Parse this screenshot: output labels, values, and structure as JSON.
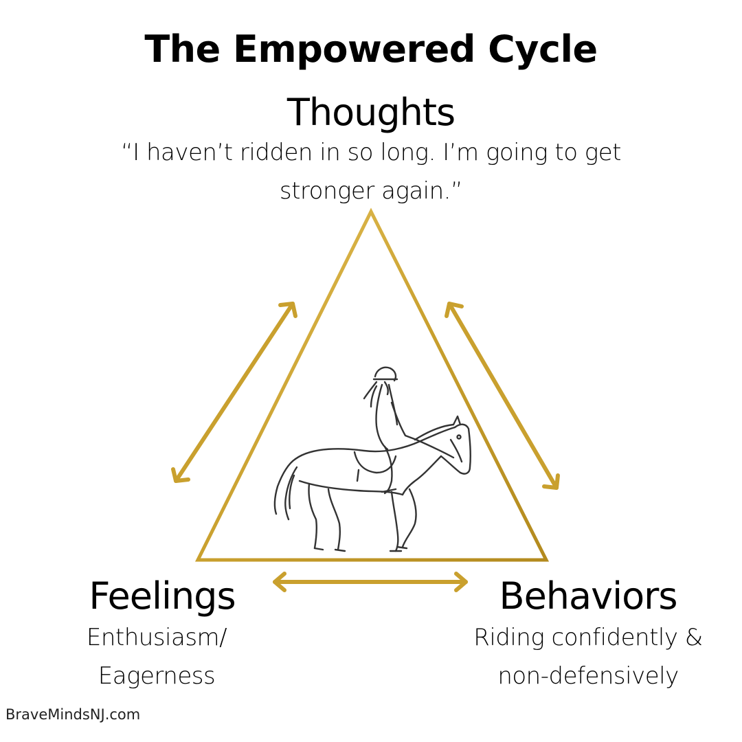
{
  "title": "The Empowered Cycle",
  "nodes": {
    "thoughts": {
      "label": "Thoughts",
      "text": "“I haven’t ridden in so long. I’m going to get stronger again.”"
    },
    "feelings": {
      "label": "Feelings",
      "line1": "Enthusiasm/",
      "line2": "Eagerness"
    },
    "behaviors": {
      "label": "Behaviors",
      "line1": "Riding confidently &",
      "line2": "non-defensively"
    }
  },
  "footer": "BraveMindsNJ.com",
  "colors": {
    "gold": "#C9A02E",
    "gold_light": "#E6C25A",
    "gold_dark": "#B38A1E",
    "ink": "#333333"
  },
  "icons": {
    "center": "horse-and-rider-illustration"
  }
}
